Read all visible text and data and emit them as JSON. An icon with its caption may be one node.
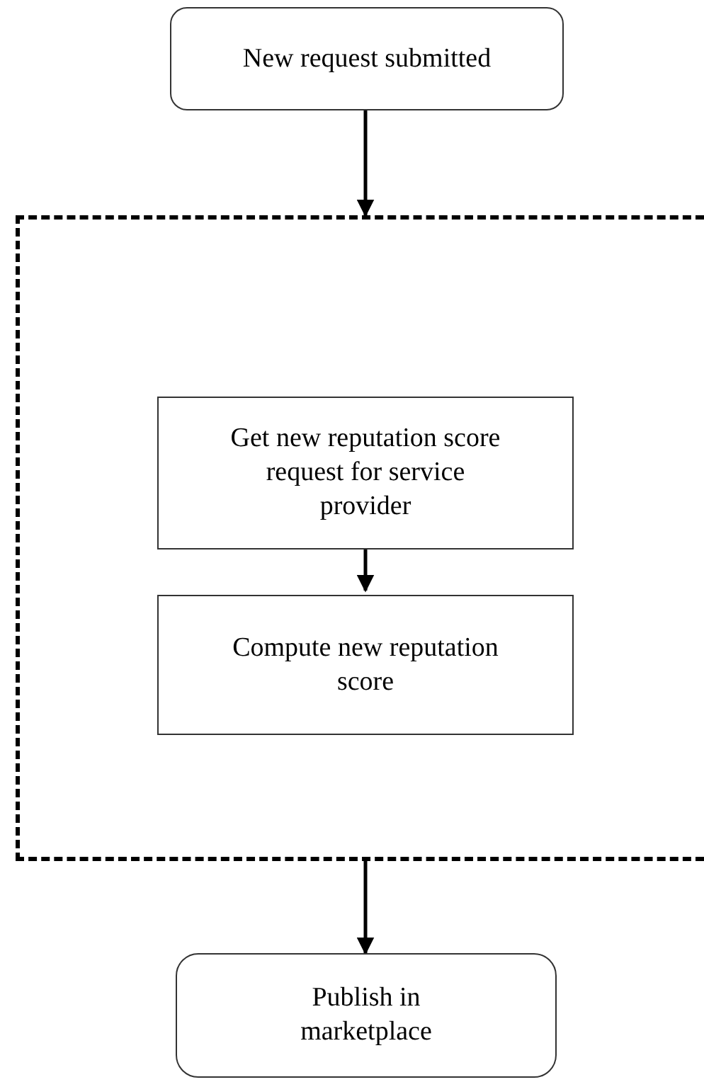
{
  "diagram": {
    "nodes": [
      {
        "text": [
          "New request submitted"
        ]
      },
      {
        "text": [],
        "shape": "box"
      },
      {
        "text": [
          "Get new reputation score request for service provider"
        ],
        "in": 1
      },
      {
        "text": [
          "Compute new reputation score"
        ],
        "in": 1
      },
      {
        "text": [
          "Publish in marketplace"
        ]
      }
    ],
    "edges": [
      {
        "from": 0,
        "to": 1,
        "arrow": "to"
      },
      {
        "from": 2,
        "to": 3,
        "arrow": "to"
      },
      {
        "from": 1,
        "to": 4,
        "arrow": "to"
      }
    ]
  }
}
